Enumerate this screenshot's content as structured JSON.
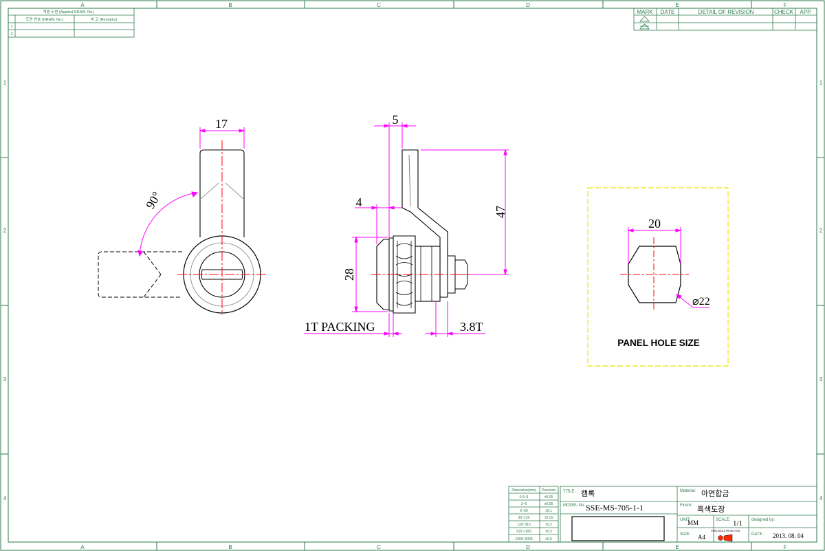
{
  "frame": {
    "cols_top": [
      "A",
      "B",
      "C",
      "D",
      "E",
      "F"
    ],
    "cols_bottom": [
      "A",
      "B",
      "C",
      "D",
      "E",
      "F"
    ],
    "rows": [
      "1",
      "2",
      "3",
      "4"
    ],
    "line_color": "#2a7a4a"
  },
  "applied_table": {
    "header": "적용 도면 (Applied DRAW. No.)",
    "col1": "도면 번호 (DRAW. No.)",
    "col2": "비 고 (Remarks)",
    "row_numbers": [
      "1",
      "2"
    ]
  },
  "revision_table": {
    "mark": "MARK",
    "date": "DATE",
    "detail": "DETAIL OF REVISION",
    "check": "CHECK",
    "app": "APP."
  },
  "drawing": {
    "dim_width": "17",
    "dim_angle": "90°",
    "dim_thickness": "5",
    "dim_packing": "4",
    "dim_length": "47",
    "dim_body": "28",
    "label_packing": "1T PACKING",
    "label_panel": "3.8T",
    "hole_width": "20",
    "hole_dia": "⌀22",
    "panel_title": "PANEL HOLE SIZE",
    "dim_color": "#ff00ff",
    "center_color": "#ff0000",
    "panel_box_color": "#e8e800"
  },
  "tolerance_table": {
    "head_dim": "Dimension(mm)",
    "head_prec": "Precision",
    "rows": [
      [
        "0.5~3",
        "±0.05"
      ],
      [
        "3~6",
        "±0.05"
      ],
      [
        "6~30",
        "±0.1"
      ],
      [
        "30~120",
        "±0.15"
      ],
      [
        "120~315",
        "±0.2"
      ],
      [
        "315~1000",
        "±0.3"
      ],
      [
        "1000~2000",
        "±0.5"
      ]
    ]
  },
  "title_block": {
    "title_label": "TITLE:",
    "title_value": "캠록",
    "model_label": "MODEL No.",
    "model_value": "SSE-MS-705-1-1",
    "material_label": "Material:",
    "material_value": "아연합금",
    "finish_label": "Finish:",
    "finish_value": "흑색도장",
    "unit_label": "UNIT:",
    "unit_value": "MM",
    "scale_label": "SCALE:",
    "scale_value": "1/1",
    "designed_label": "designed by:",
    "size_label": "SIZE:",
    "size_value": "A4",
    "date_label": "DATE :",
    "date_value": "2013. 08. 04",
    "projection_text": "THIRD ANGLE PROJECTION"
  }
}
